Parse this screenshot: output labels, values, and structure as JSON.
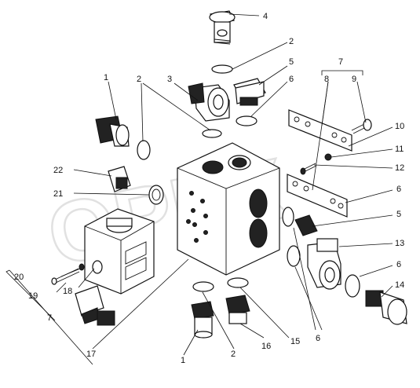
{
  "watermark": "OPEX",
  "callouts": {
    "c1a": "1",
    "c1b": "1",
    "c2a": "2",
    "c2b": "2",
    "c2c": "2",
    "c3": "3",
    "c4": "4",
    "c5a": "5",
    "c5b": "5",
    "c6a": "6",
    "c6b": "6",
    "c6c": "6",
    "c6d": "6",
    "c7a": "7",
    "c7b": "7",
    "c8": "8",
    "c9": "9",
    "c10": "10",
    "c11": "11",
    "c12": "12",
    "c13": "13",
    "c14": "14",
    "c15": "15",
    "c16": "16",
    "c17": "17",
    "c18": "18",
    "c19": "19",
    "c20": "20",
    "c21": "21",
    "c22": "22"
  }
}
